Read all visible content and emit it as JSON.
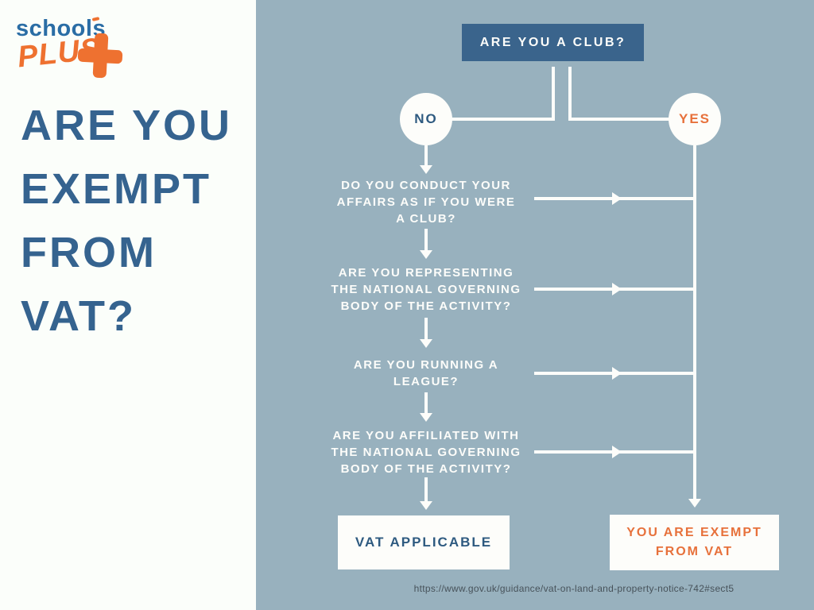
{
  "colors": {
    "panel_blue": "#98b1be",
    "dark_blue_box": "#3a648c",
    "title_blue": "#35638f",
    "no_text_blue": "#2e5a80",
    "accent_orange": "#e7713b",
    "logo_orange": "#ee7130",
    "logo_blue": "#2a6da5",
    "left_background": "#fbfefa",
    "line_white": "#fdfdfa",
    "url_gray": "#47525a"
  },
  "logo": {
    "schools": "schools",
    "plus": "PLUS"
  },
  "title": {
    "lines": [
      "ARE YOU",
      "EXEMPT",
      "FROM",
      "VAT?"
    ]
  },
  "flowchart": {
    "root": "ARE YOU A CLUB?",
    "no": "NO",
    "yes": "YES",
    "questions": [
      {
        "lines": [
          "DO YOU CONDUCT YOUR",
          "AFFAIRS AS IF YOU WERE",
          "A CLUB?"
        ]
      },
      {
        "lines": [
          "ARE YOU REPRESENTING",
          "THE NATIONAL GOVERNING",
          "BODY OF THE ACTIVITY?"
        ]
      },
      {
        "lines": [
          "ARE YOU RUNNING A",
          "LEAGUE?"
        ]
      },
      {
        "lines": [
          "ARE YOU AFFILIATED WITH",
          "THE NATIONAL GOVERNING",
          "BODY OF THE ACTIVITY?"
        ]
      }
    ],
    "outcome_no": "VAT APPLICABLE",
    "outcome_yes": {
      "lines": [
        "YOU ARE EXEMPT",
        "FROM VAT"
      ]
    },
    "source_url": "https://www.gov.uk/guidance/vat-on-land-and-property-notice-742#sect5"
  }
}
